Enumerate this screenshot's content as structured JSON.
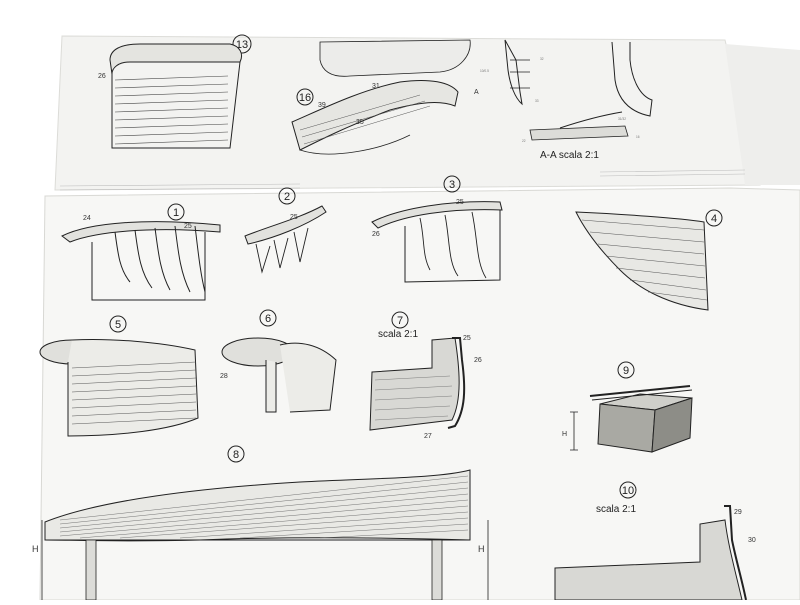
{
  "sheets": {
    "back": {
      "figures": [
        {
          "number": "13",
          "labels": [
            "26"
          ]
        },
        {
          "number": "16",
          "labels": [
            "39",
            "31",
            "35"
          ]
        }
      ],
      "section": {
        "arrow_label": "A",
        "labels": [
          "10/0.5",
          "32",
          "33",
          "22",
          "31/32",
          "16"
        ],
        "scale_label": "A-A  scala 2:1"
      }
    },
    "front": {
      "figures": [
        {
          "number": "1",
          "labels": [
            "24",
            "25"
          ]
        },
        {
          "number": "2",
          "labels": [
            "25"
          ]
        },
        {
          "number": "3",
          "labels": [
            "25",
            "26"
          ]
        },
        {
          "number": "4",
          "labels": []
        },
        {
          "number": "5",
          "labels": []
        },
        {
          "number": "6",
          "labels": [
            "28"
          ]
        },
        {
          "number": "7",
          "labels": [
            "25",
            "26",
            "27"
          ],
          "scale_label": "scala 2:1"
        },
        {
          "number": "8",
          "labels": [
            "H",
            "H"
          ]
        },
        {
          "number": "9",
          "labels": [
            "H"
          ]
        },
        {
          "number": "10",
          "labels": [
            "29",
            "30"
          ],
          "scale_label": "scala 2:1"
        }
      ]
    }
  },
  "colors": {
    "paper": "#f6f6f4",
    "paper_shadow": "#d9d9d6",
    "ink": "#2a2a2a",
    "background": "#ffffff"
  }
}
